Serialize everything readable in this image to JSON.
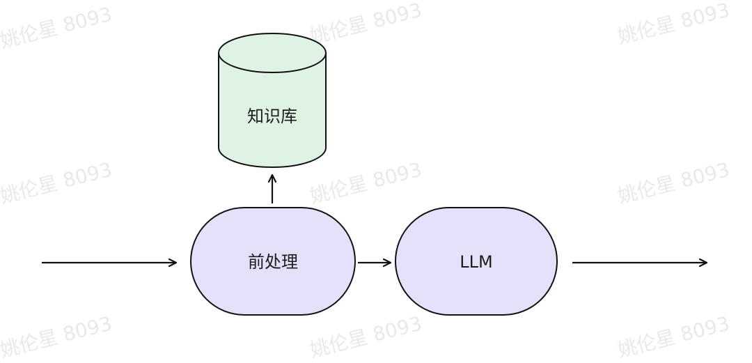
{
  "watermark": {
    "text": "姚伦星 8093"
  },
  "nodes": {
    "knowledge_base": {
      "label": "知识库",
      "fill": "#dff3e4"
    },
    "preprocess": {
      "label": "前处理",
      "fill": "#e6e0fb"
    },
    "llm": {
      "label": "LLM",
      "fill": "#e6e0fb"
    }
  },
  "colors": {
    "stroke": "#111111",
    "watermark": "#e9e9e9"
  }
}
